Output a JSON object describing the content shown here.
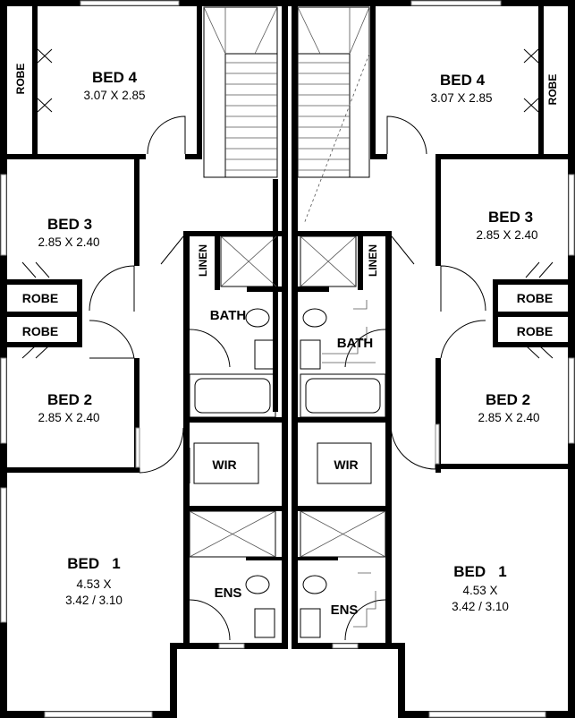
{
  "left_unit": {
    "bed4": {
      "name": "BED 4",
      "dims": "3.07 X 2.85"
    },
    "bed3": {
      "name": "BED 3",
      "dims": "2.85 X 2.40"
    },
    "bed2": {
      "name": "BED 2",
      "dims": "2.85 X 2.40"
    },
    "bed1": {
      "name": "BED   1",
      "dims_line1": "4.53 X",
      "dims_line2": "3.42 / 3.10"
    },
    "robe_bed4": "ROBE",
    "robe_bed3": "ROBE",
    "robe_bed2": "ROBE",
    "linen": "LINEN",
    "bath": "BATH",
    "wir": "WIR",
    "ens": "ENS"
  },
  "right_unit": {
    "bed4": {
      "name": "BED 4",
      "dims": "3.07 X 2.85"
    },
    "bed3": {
      "name": "BED 3",
      "dims": "2.85 X 2.40"
    },
    "bed2": {
      "name": "BED 2",
      "dims": "2.85 X 2.40"
    },
    "bed1": {
      "name": "BED   1",
      "dims_line1": "4.53 X",
      "dims_line2": "3.42 / 3.10"
    },
    "robe_bed4": "ROBE",
    "robe_bed3": "ROBE",
    "robe_bed2": "ROBE",
    "linen": "LINEN",
    "bath": "BATH",
    "wir": "WIR",
    "ens": "ENS"
  }
}
